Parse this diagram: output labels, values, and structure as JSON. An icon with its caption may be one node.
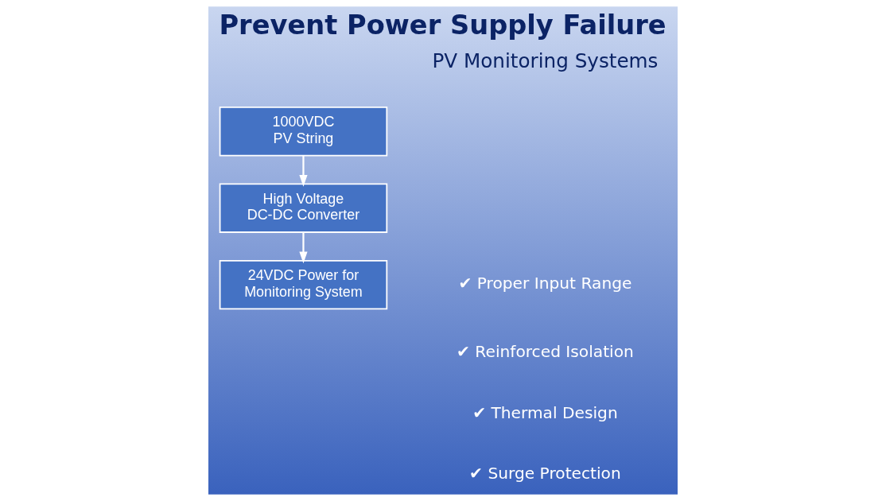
{
  "diagram": {
    "title": "Prevent Power Supply Failure",
    "nodes": [
      {
        "text": [
          "1000VDC PV String"
        ]
      },
      {
        "text": [
          "High Voltage DC-DC Converter"
        ]
      },
      {
        "text": [
          "24VDC Power for Monitoring System"
        ]
      }
    ],
    "edges": [
      {
        "from": 0,
        "to": 1,
        "arrow": "to"
      },
      {
        "from": 1,
        "to": 2,
        "arrow": "to"
      }
    ],
    "labels": [
      "PV Monitoring Systems",
      "✔ Proper Input Range",
      "✔ Reinforced Isolation",
      "✔ Thermal Design",
      "✔ Surge Protection"
    ]
  }
}
